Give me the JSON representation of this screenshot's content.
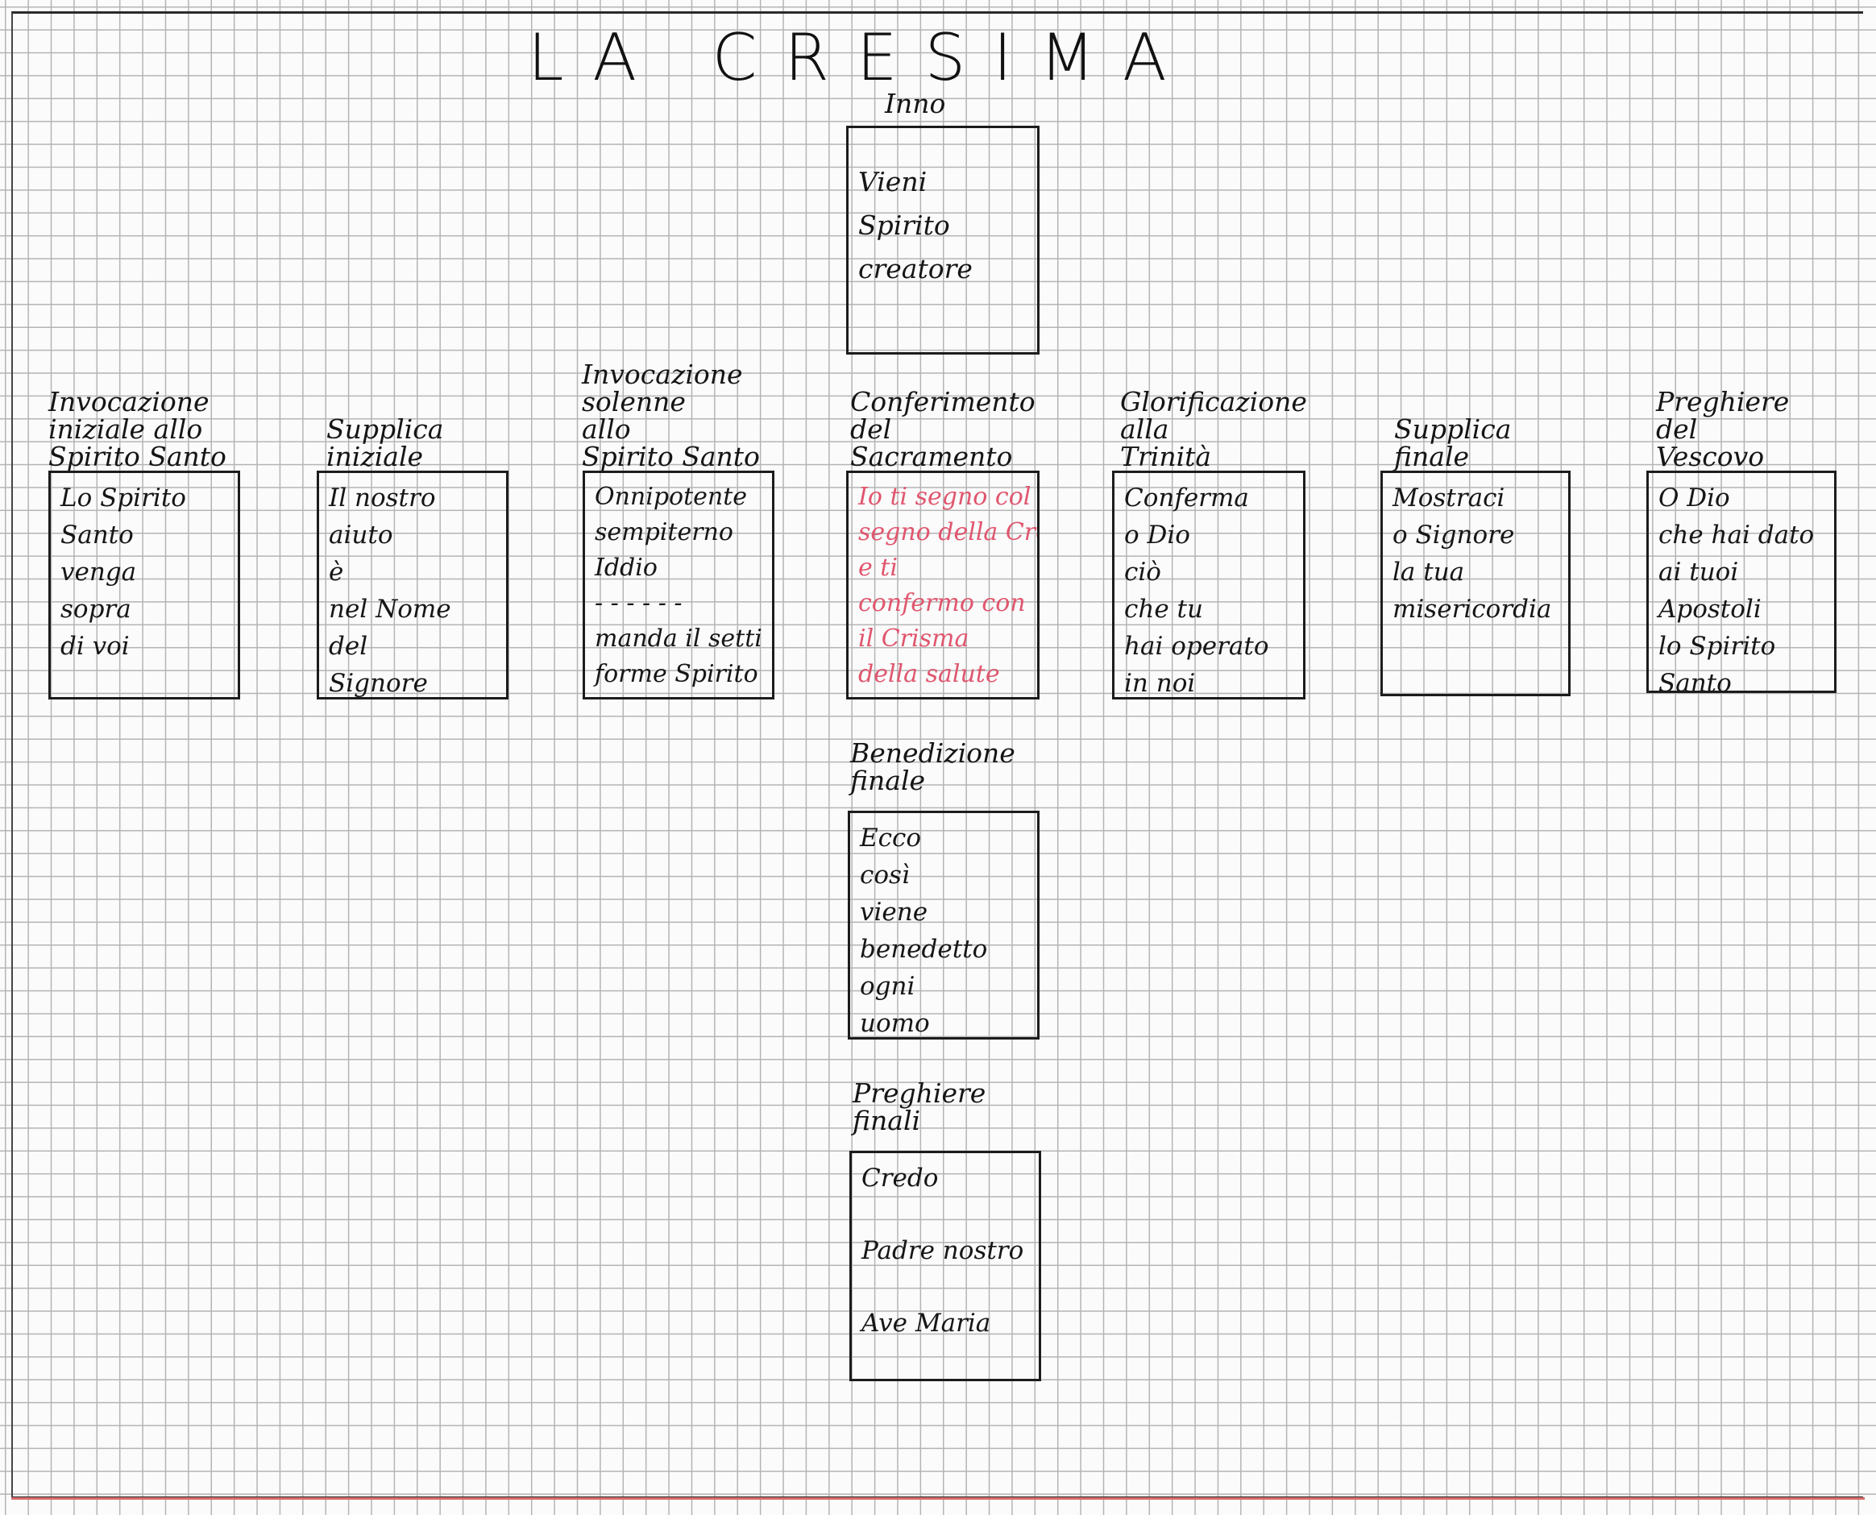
{
  "title": "LA CRESIMA",
  "center": {
    "inno": {
      "heading": "Inno",
      "lines": [
        "Vieni",
        "Spirito",
        "creatore"
      ]
    },
    "conferimento": {
      "heading": "Conferimento\ndel\nSacramento",
      "lines": [
        "Io ti segno col",
        "segno della Croce",
        "e ti",
        "confermo con",
        "il Crisma",
        "della salute"
      ],
      "ink_color": "#e0566e"
    },
    "benedizione": {
      "heading": "Benedizione\nfinale",
      "lines": [
        "Ecco",
        "così",
        "viene",
        "benedetto",
        "ogni",
        "uomo"
      ]
    },
    "preghiere_finali": {
      "heading": "Preghiere\nfinali",
      "lines": [
        "Credo",
        "Padre nostro",
        "Ave Maria"
      ]
    }
  },
  "row": [
    {
      "heading": "Invocazione\niniziale allo\nSpirito Santo",
      "lines": [
        "Lo Spirito",
        "Santo",
        "venga",
        "sopra",
        "di voi"
      ]
    },
    {
      "heading": "Supplica\niniziale",
      "lines": [
        "Il nostro",
        "aiuto",
        "è",
        "nel Nome",
        "del",
        "Signore"
      ]
    },
    {
      "heading": "Invocazione\nsolenne\nallo\nSpirito Santo",
      "lines": [
        "Onnipotente",
        "sempiterno",
        "Iddio",
        "- - - - - -",
        "manda il setti",
        "forme Spirito"
      ]
    },
    {
      "heading": "Glorificazione\nalla\nTrinità",
      "lines": [
        "Conferma",
        "o Dio",
        "ciò",
        "che tu",
        "hai operato",
        "in noi"
      ]
    },
    {
      "heading": "Supplica\nfinale",
      "lines": [
        "Mostraci",
        "o Signore",
        "la tua",
        "misericordia"
      ]
    },
    {
      "heading": "Preghiere\ndel\nVescovo",
      "lines": [
        "O Dio",
        "che hai dato",
        "ai tuoi",
        "Apostoli",
        "lo Spirito",
        "Santo"
      ]
    }
  ]
}
